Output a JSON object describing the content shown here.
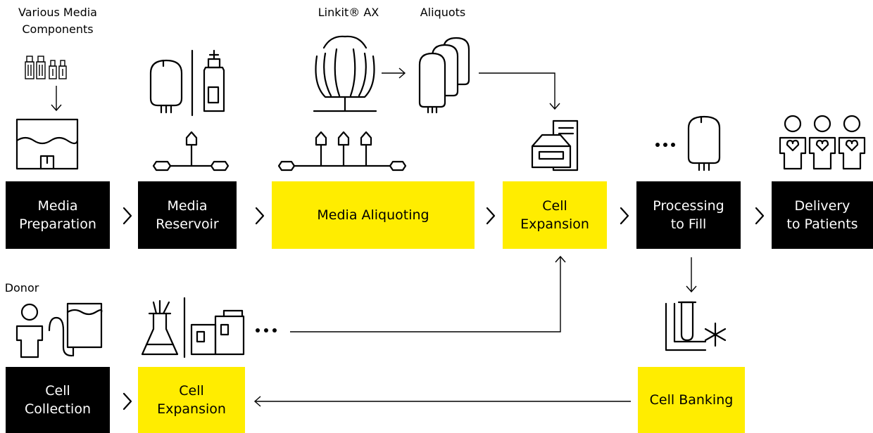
{
  "process_steps": {
    "media_preparation": "Media\nPreparation",
    "media_reservoir": "Media\nReservoir",
    "media_aliquoting": "Media Aliquoting",
    "cell_expansion_main": "Cell\nExpansion",
    "processing_to_fill": "Processing\nto Fill",
    "delivery_to_patients": "Delivery\nto Patients",
    "cell_collection": "Cell\nCollection",
    "cell_expansion_lower": "Cell\nExpansion",
    "cell_banking": "Cell Banking"
  },
  "annotations": {
    "various_media_components": "Various Media\nComponents",
    "linkit_ax": "Linkit® AX",
    "aliquots": "Aliquots",
    "donor": "Donor"
  },
  "colors": {
    "highlight": "#ffed00",
    "dark": "#000000"
  },
  "icons": [
    "media-bottles-icon",
    "media-container-icon",
    "reservoir-bag-icon",
    "bottle-icon",
    "manifold-icon",
    "linkit-ax-icon",
    "aliquot-bags-icon",
    "bioreactor-icon",
    "fill-bag-icon",
    "patients-icon",
    "donor-icon",
    "collection-bag-icon",
    "flask-icon",
    "culture-system-icon",
    "cryo-storage-icon"
  ]
}
